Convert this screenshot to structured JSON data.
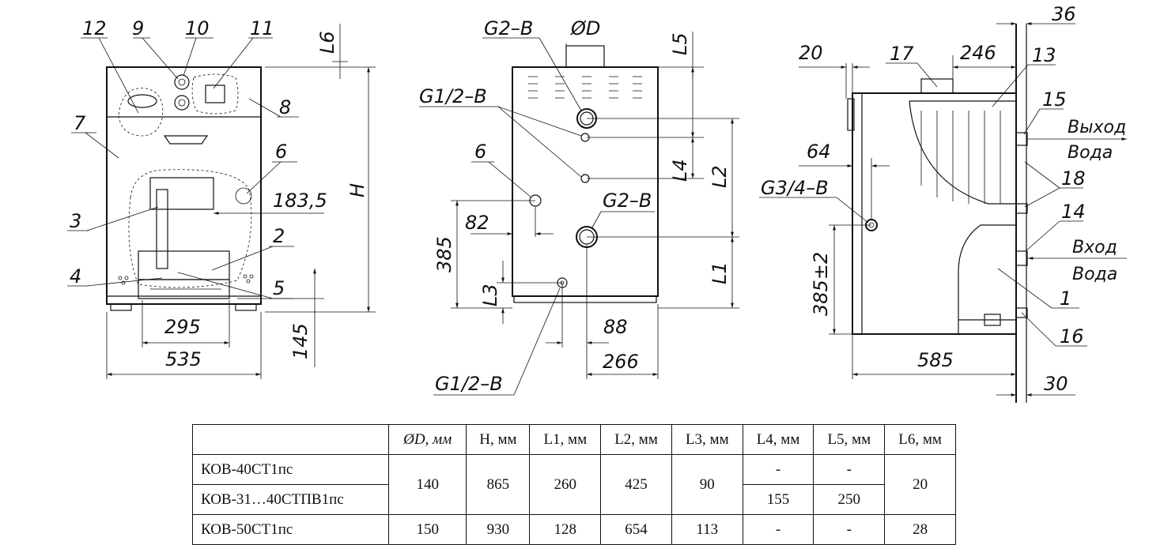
{
  "front_view": {
    "callouts": [
      "12",
      "9",
      "10",
      "11",
      "7",
      "8",
      "6",
      "3",
      "2",
      "4",
      "5"
    ],
    "dimensions": {
      "width_overall": "535",
      "width_base": "295",
      "height": "H",
      "offset_right": "183,5",
      "base_height": "145",
      "top_gap": "L6"
    }
  },
  "rear_view": {
    "labels": {
      "flue": "ØD",
      "top_fitting": "G2–B",
      "gas_fittings": "G1/2–B",
      "return_fitting": "G2–B",
      "drain_fitting": "G1/2–B",
      "callout_6": "6"
    },
    "dimensions": {
      "l5": "L5",
      "l4": "L4",
      "l2": "L2",
      "l1": "L1",
      "l3": "L3",
      "d82": "82",
      "d385": "385",
      "d88": "88",
      "d266": "266"
    }
  },
  "side_view": {
    "callouts": [
      "17",
      "13",
      "15",
      "18",
      "14",
      "1",
      "16"
    ],
    "labels": {
      "outlet_line1": "Выход",
      "outlet_line2": "Вода",
      "inlet_line1": "Вход",
      "inlet_line2": "Вода",
      "gas_fitting": "G3/4–B"
    },
    "dimensions": {
      "d20": "20",
      "d246": "246",
      "d36": "36",
      "d64": "64",
      "d385_tol": "385±2",
      "d585": "585",
      "d30": "30"
    }
  },
  "table": {
    "headers": [
      "",
      "ØD, мм",
      "H, мм",
      "L1, мм",
      "L2, мм",
      "L3, мм",
      "L4, мм",
      "L5, мм",
      "L6, мм"
    ],
    "rows": [
      {
        "model": "КОВ-40СТ1пс",
        "l4": "-",
        "l5": "-"
      },
      {
        "model": "КОВ-31…40СТПВ1пс",
        "l4": "155",
        "l5": "250"
      },
      {
        "model": "КОВ-50СТ1пс",
        "d": "150",
        "h": "930",
        "l1": "128",
        "l2": "654",
        "l3": "113",
        "l4": "-",
        "l5": "-",
        "l6": "28"
      }
    ],
    "merged": {
      "d": "140",
      "h": "865",
      "l1": "260",
      "l2": "425",
      "l3": "90",
      "l6": "20"
    }
  }
}
